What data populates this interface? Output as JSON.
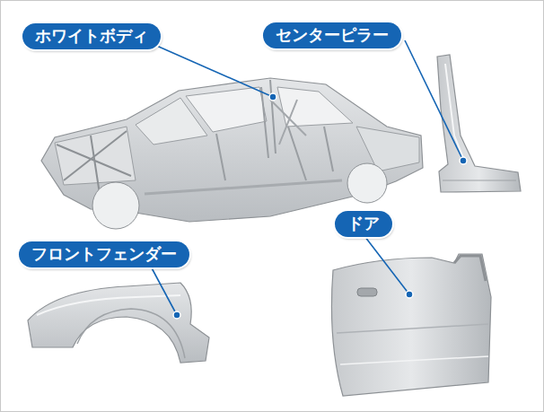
{
  "diagram": {
    "nodes": [
      {
        "text": [
          "ホワイトボディ"
        ]
      },
      {
        "text": [
          "センターピラー"
        ]
      },
      {
        "text": [
          "ドア"
        ]
      },
      {
        "text": [
          "フロントフェンダー"
        ]
      }
    ]
  }
}
